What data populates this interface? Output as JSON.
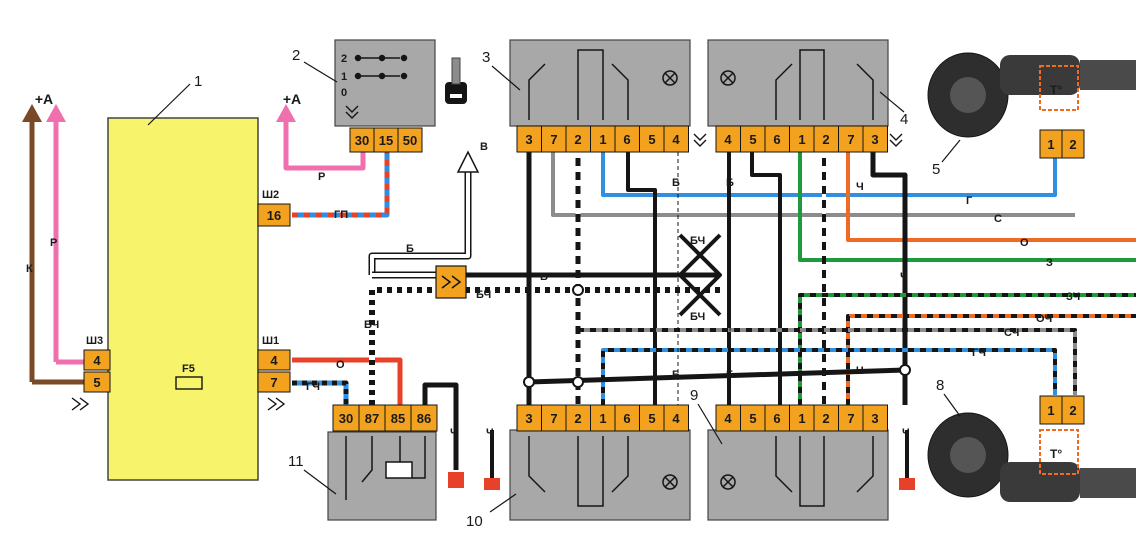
{
  "supply_plus": "+A",
  "units": {
    "u1": "1",
    "u2": "2",
    "u3": "3",
    "u4": "4",
    "u5": "5",
    "u8": "8",
    "u9": "9",
    "u10": "10",
    "u11": "11"
  },
  "connectors": {
    "sh1": "Ш1",
    "sh2": "Ш2",
    "sh3": "Ш3"
  },
  "fuse": "F5",
  "block_pins": {
    "sh3": [
      "4",
      "5"
    ],
    "sh1": [
      "4",
      "7"
    ],
    "sh2": [
      "16"
    ]
  },
  "ignition_pins": [
    "30",
    "15",
    "50"
  ],
  "ignition_positions": [
    "2",
    "1",
    "0"
  ],
  "switch_pins_a": [
    "3",
    "7",
    "2",
    "1",
    "6",
    "5",
    "4"
  ],
  "switch_pins_b": [
    "4",
    "5",
    "6",
    "1",
    "2",
    "7",
    "3"
  ],
  "relay_pins": [
    "30",
    "87",
    "85",
    "86"
  ],
  "motor_pins": [
    "1",
    "2"
  ],
  "motor_thermo": "T°",
  "wire_colors": {
    "K": "К",
    "P": "Р",
    "GP": "ГП",
    "B": "Б",
    "BCh": "БЧ",
    "G": "Г",
    "S": "С",
    "O": "О",
    "Z": "З",
    "ZCh": "ЗЧ",
    "OCh": "ОЧ",
    "SCh": "СЧ",
    "GCh": "ГЧ",
    "Ch": "Ч"
  },
  "out_label": "В",
  "palette": {
    "block": "#f7f36a",
    "box": "#a8a8a8",
    "pin": "#f2a21e",
    "black": "#151515",
    "pink": "#f06fae",
    "brown": "#7a4a26",
    "red": "#e8412a",
    "orange": "#ef6a22",
    "blue": "#2f8fe0",
    "green": "#1f9a3a",
    "gray": "#8c8c8c"
  }
}
